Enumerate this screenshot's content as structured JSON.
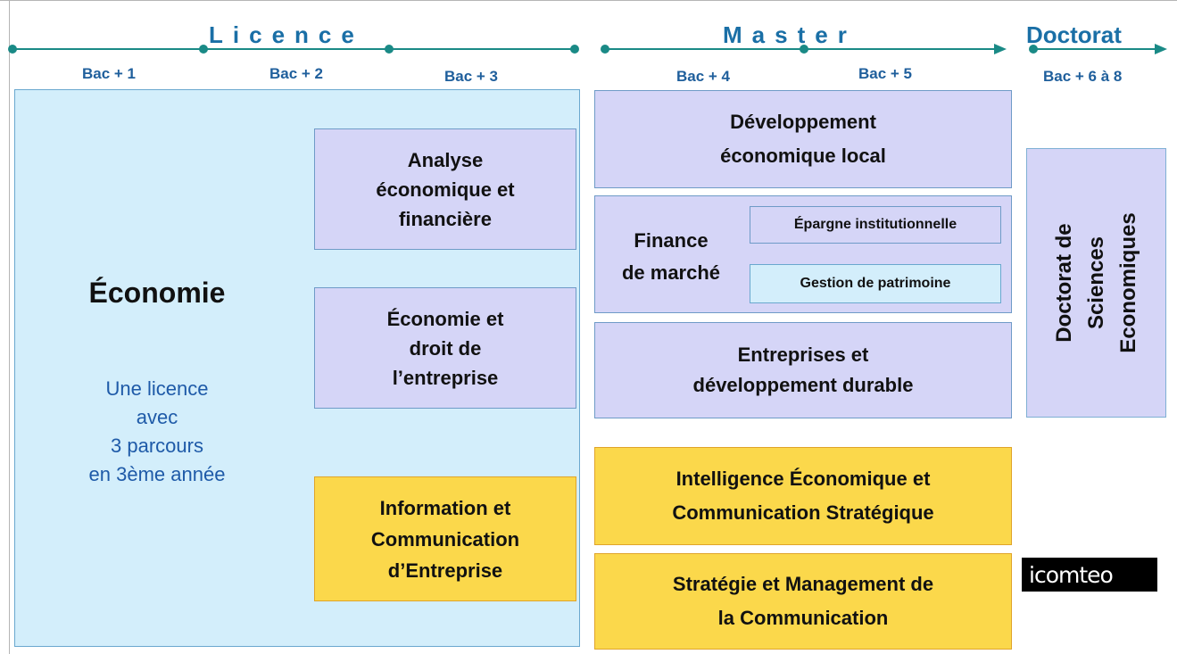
{
  "levels": {
    "licence": "Licence",
    "master": "Master",
    "doctorat": "Doctorat"
  },
  "years": {
    "bac1": "Bac + 1",
    "bac2": "Bac + 2",
    "bac3": "Bac + 3",
    "bac4": "Bac + 4",
    "bac5": "Bac + 5",
    "bac6_8": "Bac + 6 à 8"
  },
  "licence_panel": {
    "title": "Économie",
    "subtitle": "Une licence\navec\n3 parcours\nen 3ème année"
  },
  "licence_tracks": {
    "analyse": "Analyse\néconomique et\nfinancière",
    "droit": "Économie et\ndroit de\nl’entreprise",
    "information": "Information et\nCommunication\nd’Entreprise"
  },
  "master_tracks": {
    "developpement_local": "Développement\néconomique local",
    "finance_marche": "Finance\nde marché",
    "epargne": "Épargne institutionnelle",
    "patrimoine": "Gestion de patrimoine",
    "entreprises": "Entreprises et\ndéveloppement durable",
    "intelligence": "Intelligence Économique et\nCommunication Stratégique",
    "strategie": "Stratégie et Management de\nla Communication"
  },
  "doctorat_box": "Doctorat de\nSciences\nEconomiques",
  "logo": "icomteo",
  "colors": {
    "timeline": "#1a8a86",
    "level_title": "#1a6fa6",
    "year_label": "#1f5f9c",
    "track_purple": "#d5d5f7",
    "track_yellow": "#fbd84b",
    "licence_bg": "#d3eefb",
    "subtitle": "#1e5aa8"
  }
}
